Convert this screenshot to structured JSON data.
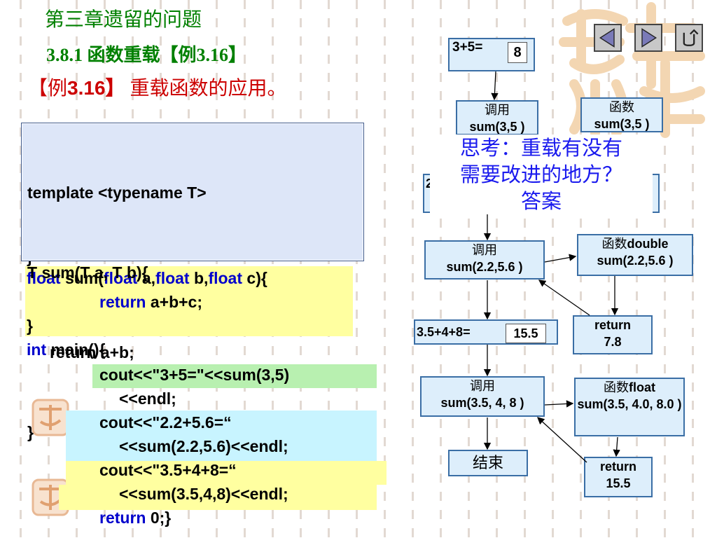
{
  "header": {
    "chapter": "第三章遗留的问题",
    "section": "3.8.1   函数重载【例3.16】",
    "example_label": "【例",
    "example_number": "3.16】",
    "example_title": " 重载函数的应用。"
  },
  "template_box": {
    "lines": [
      "template <typename T>",
      "T sum(T a, T b){",
      "     return a+b;",
      "}"
    ]
  },
  "code": {
    "brace_partial": "}",
    "float_kw1": "float",
    "float_sum": " sum(",
    "float_kw2": "float",
    "float_a": " a,",
    "float_kw3": "float",
    "float_b": " b,",
    "float_kw4": "float",
    "float_c": " c){",
    "ret_kw": "return",
    "ret_expr": " a+b+c;",
    "close1": "}",
    "int_kw": "int",
    "main_sig": " main(){",
    "cout1a": "cout<<\"3+5=\"<<sum(3,5)",
    "cout1b": "<<endl;",
    "cout2a": "cout<<\"2.2+5.6=“",
    "cout2b": "<<sum(2.2,5.6)<<endl;",
    "cout3a": "cout<<\"3.5+4+8=“",
    "cout3b": "<<sum(3.5,4,8)<<endl;",
    "ret0_kw": "return",
    "ret0_rest": " 0;}"
  },
  "flow": {
    "out1_label": "3+5=",
    "out1_value": "8",
    "call1_cn": "调用",
    "call1_sig": "sum(3,5 )",
    "func1_cn": "函数",
    "func1_sig": "sum(3,5 )",
    "hidden_box_char": "2",
    "call2_cn": "调用",
    "call2_sig": "sum(2.2,5.6 )",
    "func2_cn": "函数",
    "func2_type": "double",
    "func2_sig": "sum(2.2,5.6 )",
    "out3_label": "3.5+4+8=",
    "out3_value": "15.5",
    "ret2_kw": "return",
    "ret2_val": "7.8",
    "call3_cn": "调用",
    "call3_sig": "sum(3.5, 4, 8 )",
    "func3_cn": "函数",
    "func3_type": "float",
    "func3_sig": "sum(3.5, 4.0, 8.0 )",
    "end_label": "结束",
    "ret3_kw": "return",
    "ret3_val": "15.5"
  },
  "think": {
    "line1": "思考：重载有没有",
    "line2": "需要改进的地方？",
    "line3": "答案"
  },
  "nav": {
    "prev_icon": "triangle-left-icon",
    "next_icon": "triangle-right-icon",
    "return_icon": "return-arrow-icon"
  },
  "colors": {
    "title_green": "#008000",
    "example_red": "#cc0000",
    "keyword_blue": "#0000cc",
    "think_blue": "#1a1aee",
    "highlight_yellow": "#ffffa0",
    "highlight_green": "#b8f0b0",
    "highlight_cyan": "#c8f4ff",
    "template_box_bg": "#dde6f8",
    "flow_box_bg": "#ddeefb"
  }
}
